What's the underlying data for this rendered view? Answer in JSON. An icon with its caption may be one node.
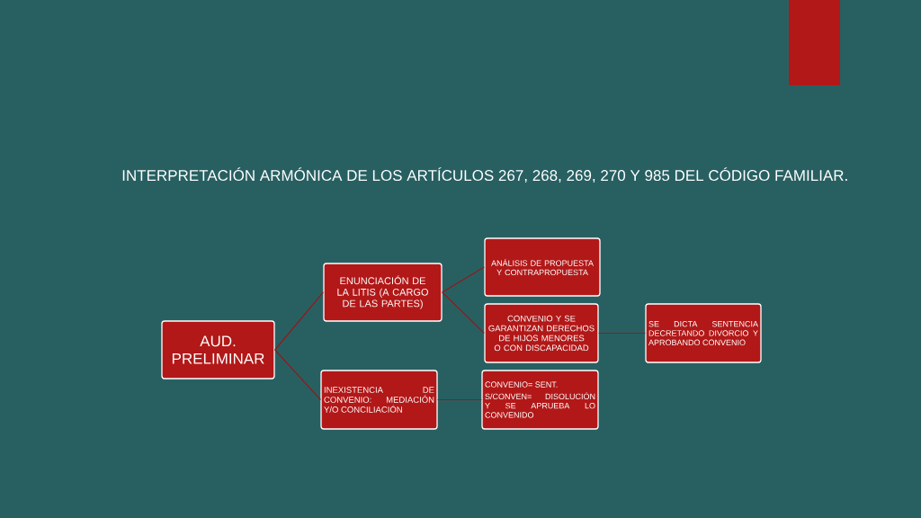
{
  "diagram": {
    "title": "INTERPRETACIÓN ARMÓNICA DE LOS ARTÍCULOS 267, 268, 269, 270  Y 985 DEL CÓDIGO FAMILIAR.",
    "nodes": [
      {
        "text": [
          "AUD. PRELIMINAR"
        ]
      },
      {
        "text": [
          "ENUNCIACIÓN DE LA LITIS (A CARGO DE LAS PARTES)"
        ]
      },
      {
        "text": [
          "INEXISTENCIA DE CONVENIO: MEDIACIÓN Y/O CONCILIACIÓN"
        ]
      },
      {
        "text": [
          "ANÁLISIS DE PROPUESTA Y CONTRAPROPUESTA"
        ]
      },
      {
        "text": [
          "CONVENIO Y SE GARANTIZAN DERECHOS DE HIJOS MENORES O CON DISCAPACIDAD"
        ]
      },
      {
        "text": [
          "SE DICTA SENTENCIA DECRETANDO DIVORCIO Y APROBANDO CONVENIO"
        ]
      },
      {
        "text": [
          "CONVENIO= SENT.",
          "S/CONVEN= DISOLUCIÓN Y SE APRUEBA LO CONVENIDO"
        ]
      }
    ],
    "edges": [
      {
        "from": 0,
        "to": 1,
        "arrow": "none"
      },
      {
        "from": 0,
        "to": 2,
        "arrow": "none"
      },
      {
        "from": 1,
        "to": 3,
        "arrow": "none"
      },
      {
        "from": 1,
        "to": 4,
        "arrow": "none"
      },
      {
        "from": 4,
        "to": 5,
        "arrow": "none"
      },
      {
        "from": 2,
        "to": 6,
        "arrow": "none"
      }
    ]
  }
}
